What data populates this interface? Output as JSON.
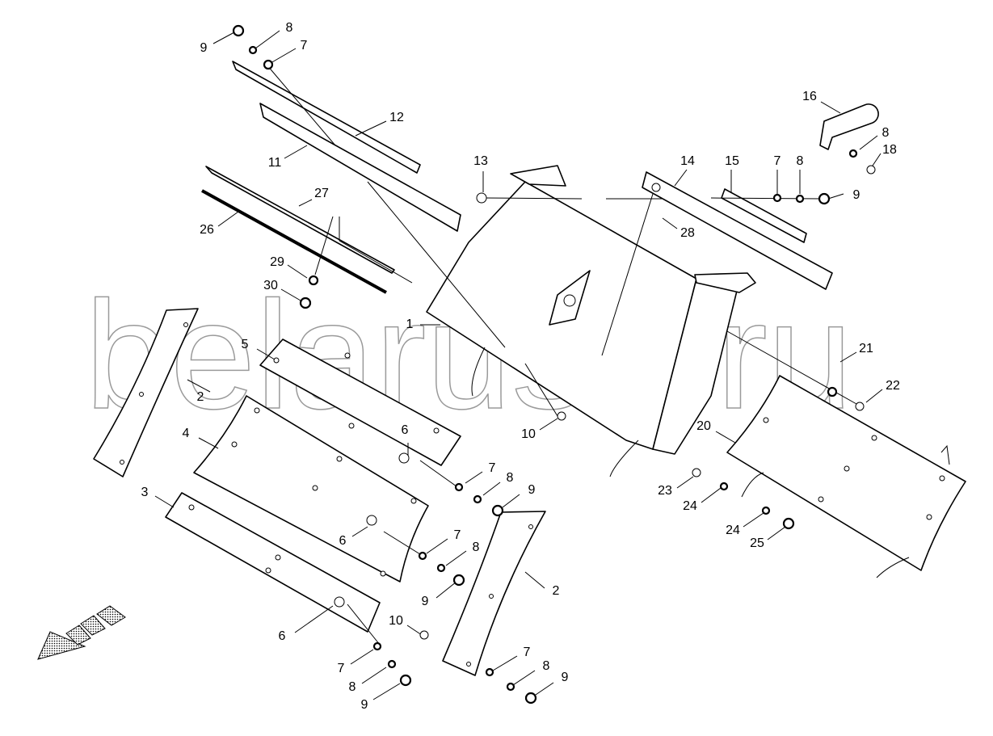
{
  "watermark": "belarus1.ru",
  "callouts": [
    "9",
    "8",
    "7",
    "12",
    "11",
    "13",
    "14",
    "15",
    "7",
    "8",
    "9",
    "16",
    "8",
    "18",
    "27",
    "26",
    "28",
    "29",
    "30",
    "1",
    "5",
    "2",
    "21",
    "22",
    "20",
    "10",
    "4",
    "6",
    "7",
    "8",
    "9",
    "23",
    "24",
    "24",
    "25",
    "3",
    "6",
    "7",
    "8",
    "9",
    "2",
    "10",
    "6",
    "7",
    "8",
    "9",
    "7",
    "8",
    "9"
  ]
}
